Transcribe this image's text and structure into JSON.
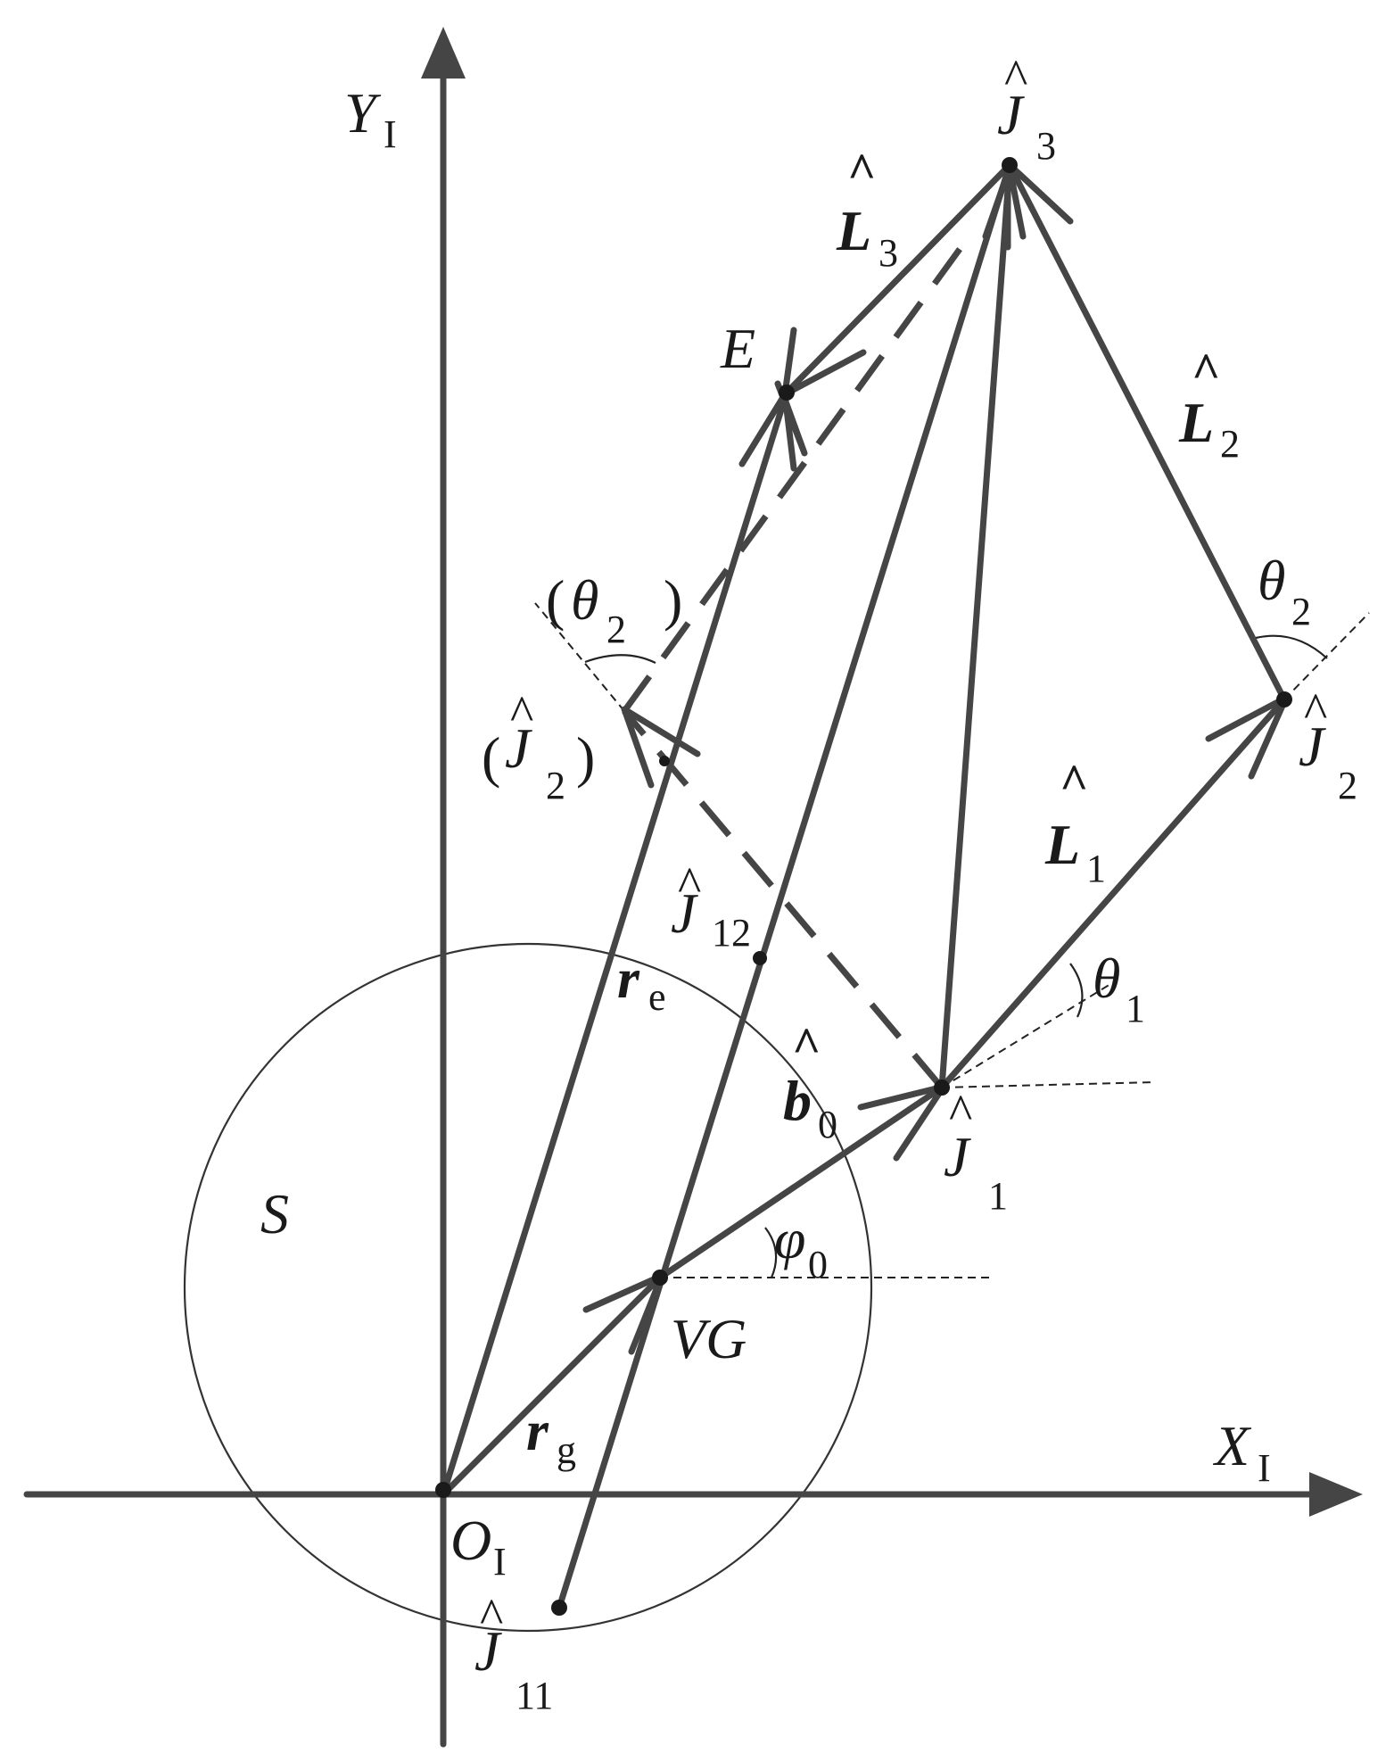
{
  "axes": {
    "x": {
      "main": "X",
      "sub": "I"
    },
    "y": {
      "main": "Y",
      "sub": "I"
    }
  },
  "labels": {
    "origin": {
      "main": "O",
      "sub": "I"
    },
    "j11": {
      "hat": "^",
      "main": "J",
      "sub": "11"
    },
    "j12": {
      "hat": "^",
      "main": "J",
      "sub": "12"
    },
    "j1": {
      "hat": "^",
      "main": "J",
      "sub": "1"
    },
    "j2": {
      "hat": "^",
      "main": "J",
      "sub": "2"
    },
    "j2_alt": {
      "open": "(",
      "hat": "^",
      "main": "J",
      "sub": "2",
      "close": ")"
    },
    "j3": {
      "hat": "^",
      "main": "J",
      "sub": "3"
    },
    "e": "E",
    "vg": "VG",
    "s": "S",
    "r_e": {
      "main": "r",
      "sub": "e"
    },
    "r_g": {
      "main": "r",
      "sub": "g"
    },
    "b0": {
      "hat": "^",
      "main": "b",
      "sub": "0"
    },
    "l1": {
      "hat": "^",
      "main": "L",
      "sub": "1"
    },
    "l2": {
      "hat": "^",
      "main": "L",
      "sub": "2"
    },
    "l3": {
      "hat": "^",
      "main": "L",
      "sub": "3"
    },
    "theta1": {
      "main": "θ",
      "sub": "1"
    },
    "theta2": {
      "main": "θ",
      "sub": "2"
    },
    "theta2_alt": {
      "open": "(",
      "main": "θ",
      "sub": "2",
      "close": ")"
    },
    "phi0": {
      "main": "φ",
      "sub": "0"
    }
  }
}
